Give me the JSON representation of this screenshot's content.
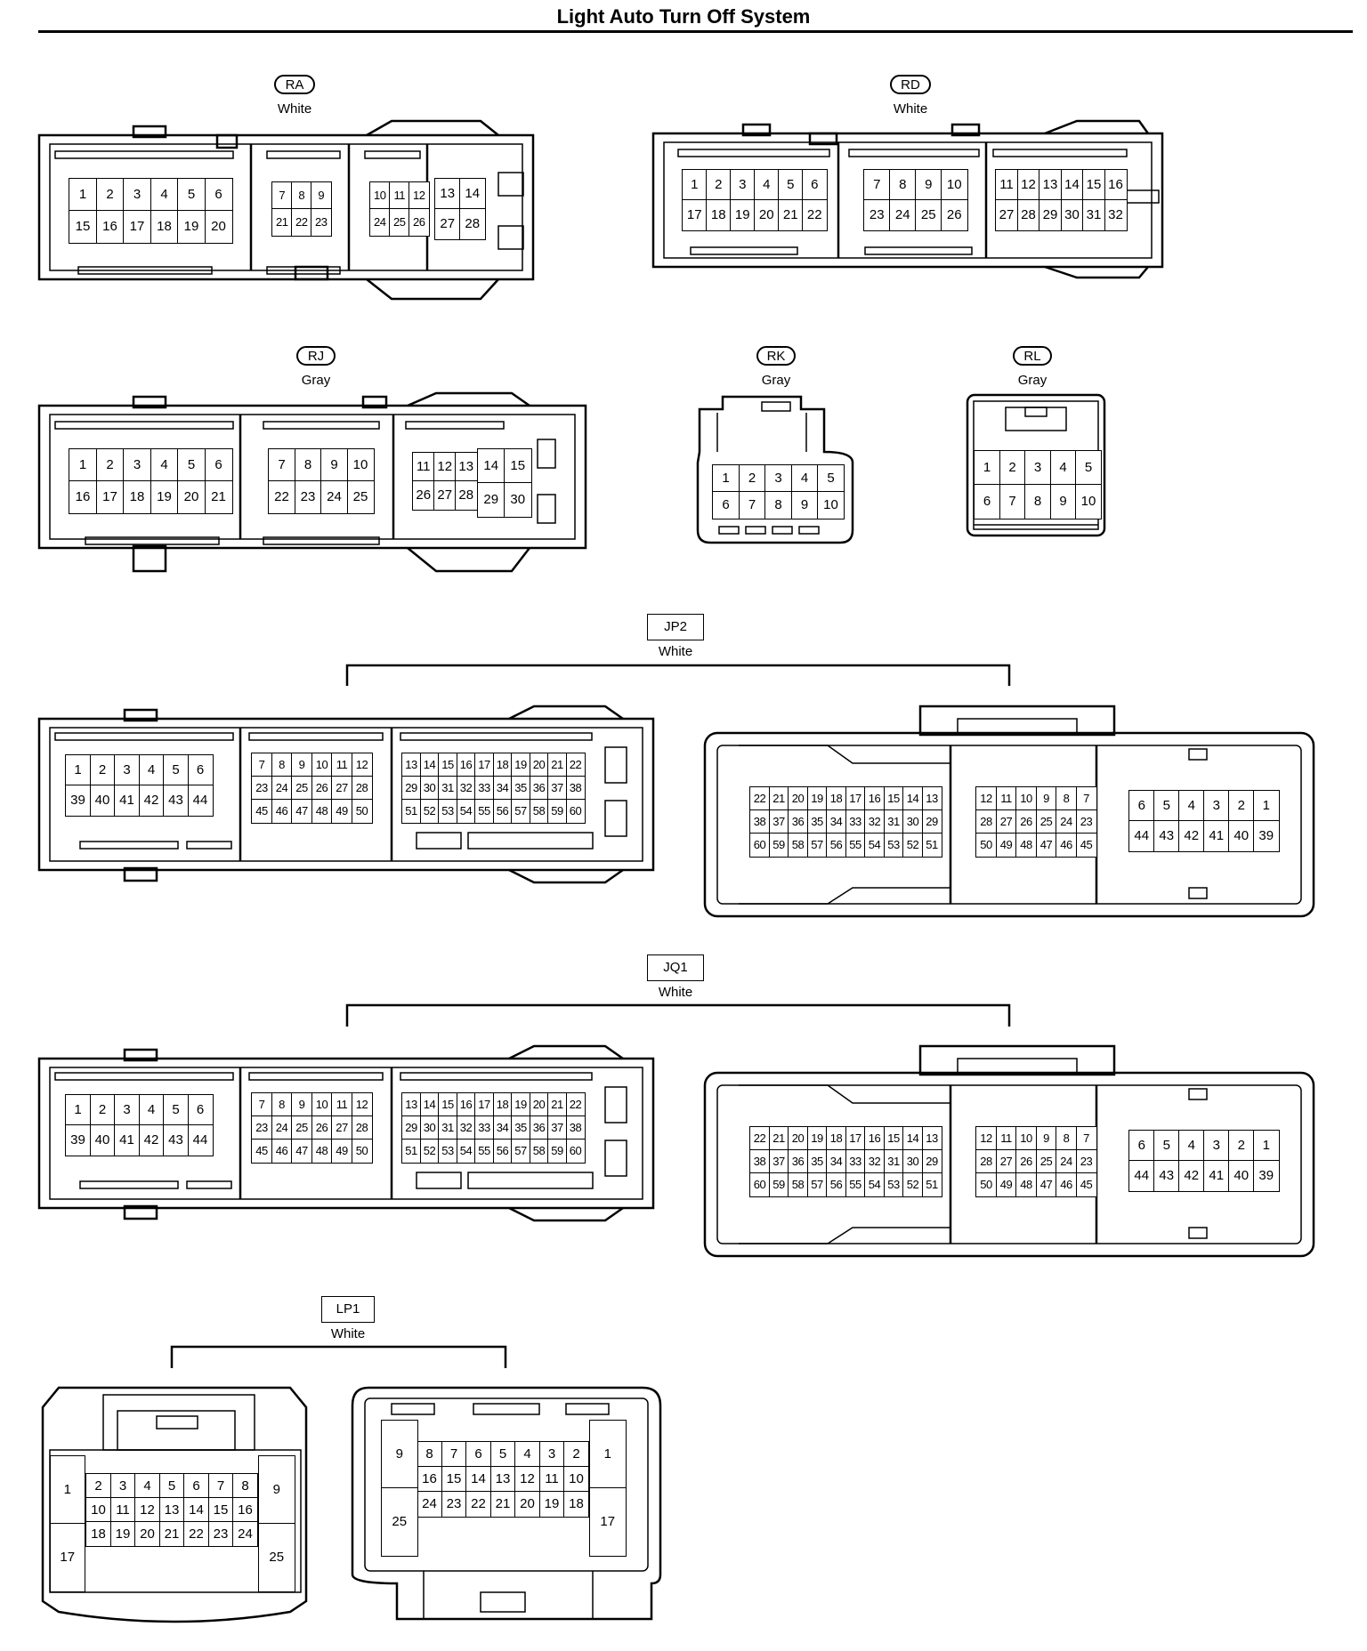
{
  "title": "Light Auto Turn Off System",
  "connectors": {
    "ra": {
      "name": "RA",
      "color": "White"
    },
    "rd": {
      "name": "RD",
      "color": "White"
    },
    "rj": {
      "name": "RJ",
      "color": "Gray"
    },
    "rk": {
      "name": "RK",
      "color": "Gray"
    },
    "rl": {
      "name": "RL",
      "color": "Gray"
    },
    "jp2": {
      "name": "JP2",
      "color": "White"
    },
    "jq1": {
      "name": "JQ1",
      "color": "White"
    },
    "lp1": {
      "name": "LP1",
      "color": "White"
    }
  },
  "pins": {
    "ra": {
      "a": [
        [
          "1",
          "2",
          "3",
          "4",
          "5",
          "6"
        ],
        [
          "15",
          "16",
          "17",
          "18",
          "19",
          "20"
        ]
      ],
      "b": [
        [
          "7",
          "8",
          "9"
        ],
        [
          "21",
          "22",
          "23"
        ]
      ],
      "c": [
        [
          "10",
          "11",
          "12"
        ],
        [
          "24",
          "25",
          "26"
        ]
      ],
      "d": [
        [
          "13",
          "14"
        ],
        [
          "27",
          "28"
        ]
      ]
    },
    "rd": {
      "a": [
        [
          "1",
          "2",
          "3",
          "4",
          "5",
          "6"
        ],
        [
          "17",
          "18",
          "19",
          "20",
          "21",
          "22"
        ]
      ],
      "b": [
        [
          "7",
          "8",
          "9",
          "10"
        ],
        [
          "23",
          "24",
          "25",
          "26"
        ]
      ],
      "c": [
        [
          "11",
          "12",
          "13",
          "14",
          "15",
          "16"
        ],
        [
          "27",
          "28",
          "29",
          "30",
          "31",
          "32"
        ]
      ]
    },
    "rj": {
      "a": [
        [
          "1",
          "2",
          "3",
          "4",
          "5",
          "6"
        ],
        [
          "16",
          "17",
          "18",
          "19",
          "20",
          "21"
        ]
      ],
      "b": [
        [
          "7",
          "8",
          "9",
          "10"
        ],
        [
          "22",
          "23",
          "24",
          "25"
        ]
      ],
      "c": [
        [
          "11",
          "12",
          "13"
        ],
        [
          "26",
          "27",
          "28"
        ]
      ],
      "d": [
        [
          "14",
          "15"
        ],
        [
          "29",
          "30"
        ]
      ]
    },
    "rk": [
      [
        "1",
        "2",
        "3",
        "4",
        "5"
      ],
      [
        "6",
        "7",
        "8",
        "9",
        "10"
      ]
    ],
    "rl": [
      [
        "1",
        "2",
        "3",
        "4",
        "5"
      ],
      [
        "6",
        "7",
        "8",
        "9",
        "10"
      ]
    ],
    "jp2": {
      "left": {
        "a": [
          [
            "1",
            "2",
            "3",
            "4",
            "5",
            "6"
          ],
          [
            "39",
            "40",
            "41",
            "42",
            "43",
            "44"
          ]
        ],
        "b": [
          [
            "7",
            "8",
            "9",
            "10",
            "11",
            "12"
          ],
          [
            "23",
            "24",
            "25",
            "26",
            "27",
            "28"
          ],
          [
            "45",
            "46",
            "47",
            "48",
            "49",
            "50"
          ]
        ],
        "c": [
          [
            "13",
            "14",
            "15",
            "16",
            "17",
            "18",
            "19",
            "20",
            "21",
            "22"
          ],
          [
            "29",
            "30",
            "31",
            "32",
            "33",
            "34",
            "35",
            "36",
            "37",
            "38"
          ],
          [
            "51",
            "52",
            "53",
            "54",
            "55",
            "56",
            "57",
            "58",
            "59",
            "60"
          ]
        ]
      },
      "right": {
        "a": [
          [
            "22",
            "21",
            "20",
            "19",
            "18",
            "17",
            "16",
            "15",
            "14",
            "13"
          ],
          [
            "38",
            "37",
            "36",
            "35",
            "34",
            "33",
            "32",
            "31",
            "30",
            "29"
          ],
          [
            "60",
            "59",
            "58",
            "57",
            "56",
            "55",
            "54",
            "53",
            "52",
            "51"
          ]
        ],
        "b": [
          [
            "12",
            "11",
            "10",
            "9",
            "8",
            "7"
          ],
          [
            "28",
            "27",
            "26",
            "25",
            "24",
            "23"
          ],
          [
            "50",
            "49",
            "48",
            "47",
            "46",
            "45"
          ]
        ],
        "c": [
          [
            "6",
            "5",
            "4",
            "3",
            "2",
            "1"
          ],
          [
            "44",
            "43",
            "42",
            "41",
            "40",
            "39"
          ]
        ]
      }
    },
    "jq1": {
      "left": {
        "a": [
          [
            "1",
            "2",
            "3",
            "4",
            "5",
            "6"
          ],
          [
            "39",
            "40",
            "41",
            "42",
            "43",
            "44"
          ]
        ],
        "b": [
          [
            "7",
            "8",
            "9",
            "10",
            "11",
            "12"
          ],
          [
            "23",
            "24",
            "25",
            "26",
            "27",
            "28"
          ],
          [
            "45",
            "46",
            "47",
            "48",
            "49",
            "50"
          ]
        ],
        "c": [
          [
            "13",
            "14",
            "15",
            "16",
            "17",
            "18",
            "19",
            "20",
            "21",
            "22"
          ],
          [
            "29",
            "30",
            "31",
            "32",
            "33",
            "34",
            "35",
            "36",
            "37",
            "38"
          ],
          [
            "51",
            "52",
            "53",
            "54",
            "55",
            "56",
            "57",
            "58",
            "59",
            "60"
          ]
        ]
      },
      "right": {
        "a": [
          [
            "22",
            "21",
            "20",
            "19",
            "18",
            "17",
            "16",
            "15",
            "14",
            "13"
          ],
          [
            "38",
            "37",
            "36",
            "35",
            "34",
            "33",
            "32",
            "31",
            "30",
            "29"
          ],
          [
            "60",
            "59",
            "58",
            "57",
            "56",
            "55",
            "54",
            "53",
            "52",
            "51"
          ]
        ],
        "b": [
          [
            "12",
            "11",
            "10",
            "9",
            "8",
            "7"
          ],
          [
            "28",
            "27",
            "26",
            "25",
            "24",
            "23"
          ],
          [
            "50",
            "49",
            "48",
            "47",
            "46",
            "45"
          ]
        ],
        "c": [
          [
            "6",
            "5",
            "4",
            "3",
            "2",
            "1"
          ],
          [
            "44",
            "43",
            "42",
            "41",
            "40",
            "39"
          ]
        ]
      }
    },
    "lp1": {
      "left": {
        "side_left": [
          "1",
          "17"
        ],
        "grid": [
          [
            "2",
            "3",
            "4",
            "5",
            "6",
            "7",
            "8"
          ],
          [
            "10",
            "11",
            "12",
            "13",
            "14",
            "15",
            "16"
          ],
          [
            "18",
            "19",
            "20",
            "21",
            "22",
            "23",
            "24"
          ]
        ],
        "side_right": [
          "9",
          "25"
        ]
      },
      "right": {
        "side_left": [
          "9",
          "25"
        ],
        "grid": [
          [
            "8",
            "7",
            "6",
            "5",
            "4",
            "3",
            "2"
          ],
          [
            "16",
            "15",
            "14",
            "13",
            "12",
            "11",
            "10"
          ],
          [
            "24",
            "23",
            "22",
            "21",
            "20",
            "19",
            "18"
          ]
        ],
        "side_right": [
          "1",
          "17"
        ]
      }
    }
  }
}
